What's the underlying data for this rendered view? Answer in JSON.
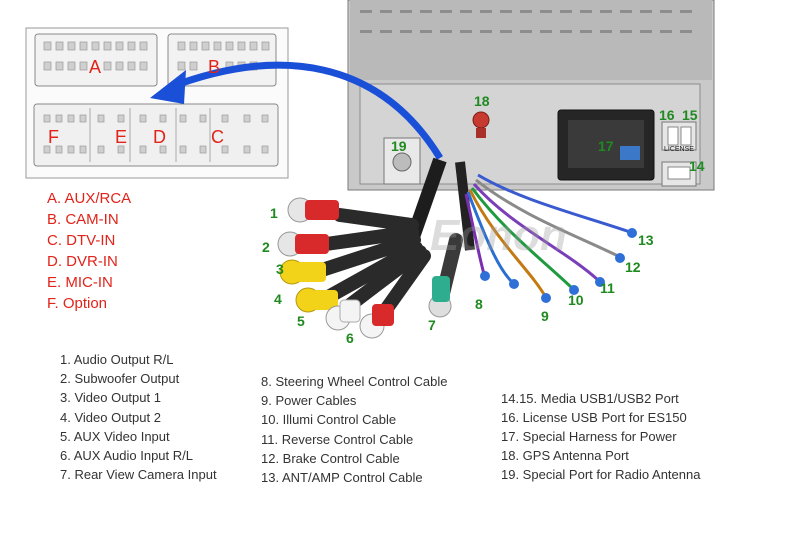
{
  "connector_letters": {
    "a": "A",
    "b": "B",
    "c": "C",
    "d": "D",
    "e": "E",
    "f": "F"
  },
  "ports_key": [
    "A. AUX/RCA",
    "B. CAM-IN",
    "C. DTV-IN",
    "D. DVR-IN",
    "E. MIC-IN",
    "F. Option"
  ],
  "callouts": {
    "n1": "1",
    "n2": "2",
    "n3": "3",
    "n4": "4",
    "n5": "5",
    "n6": "6",
    "n7": "7",
    "n8": "8",
    "n9": "9",
    "n10": "10",
    "n11": "11",
    "n12": "12",
    "n13": "13",
    "n14": "14",
    "n15": "15",
    "n16": "16",
    "n17": "17",
    "n18": "18",
    "n19": "19"
  },
  "legend_col1": [
    "1. Audio Output R/L",
    "2. Subwoofer Output",
    "3. Video Output 1",
    "4. Video Output 2",
    "5. AUX Video Input",
    "6. AUX Audio Input R/L",
    "7. Rear View Camera Input"
  ],
  "legend_col2": [
    "8. Steering Wheel Control Cable",
    "9. Power Cables",
    "10. Illumi Control Cable",
    "11. Reverse Control Cable",
    "12. Brake Control Cable",
    "13. ANT/AMP Control Cable"
  ],
  "legend_col3": [
    "14.15. Media USB1/USB2 Port",
    "16. License USB Port for ES150",
    "17. Special Harness for Power",
    "18. GPS Antenna Port",
    "19. Special Port for Radio Antenna"
  ],
  "license_text": "LICENSE",
  "watermark": "Eonon",
  "colors": {
    "accent_red": "#e2231a",
    "callout_green": "#1f8a1f",
    "arrow_blue": "#1a4fd8"
  }
}
